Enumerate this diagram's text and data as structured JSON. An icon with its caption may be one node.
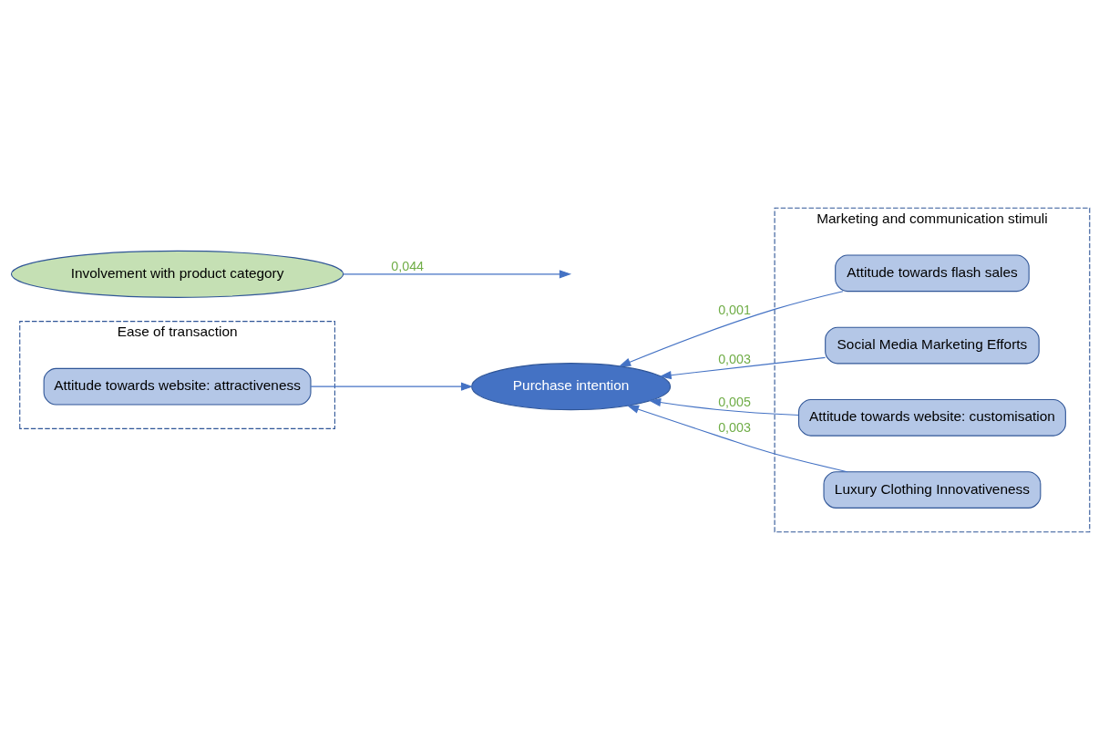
{
  "diagram": {
    "nodes": [
      {
        "text": [
          "Ease of transaction"
        ]
      },
      {
        "text": [
          "Attitude towards website: attractiveness"
        ],
        "in": 0
      },
      {
        "text": [
          "Marketing and communication stimuli"
        ]
      },
      {
        "text": [
          "Attitude towards flash sales"
        ],
        "in": 2
      },
      {
        "text": [
          "Social Media Marketing Efforts"
        ],
        "in": 2
      },
      {
        "text": [
          "Attitude towards website: customisation"
        ],
        "in": 2
      },
      {
        "text": [
          "Luxury Clothing Innovativeness"
        ],
        "in": 2
      },
      {
        "text": [
          "Purchase intention"
        ]
      },
      {
        "text": [
          "Involvement with product category"
        ]
      }
    ],
    "edges": [
      {
        "from": 1,
        "to": 7,
        "arrow": "to"
      },
      {
        "from": 3,
        "to": 7,
        "arrow": "to",
        "label": "0,001"
      },
      {
        "from": 4,
        "to": 7,
        "arrow": "to",
        "label": "0,003"
      },
      {
        "from": 5,
        "to": 7,
        "arrow": "to",
        "label": "0,005"
      },
      {
        "from": 6,
        "to": 7,
        "arrow": "to",
        "label": "0,003"
      },
      {
        "from": 8,
        "to": null,
        "arrow": "to",
        "label": "0,044"
      }
    ]
  }
}
